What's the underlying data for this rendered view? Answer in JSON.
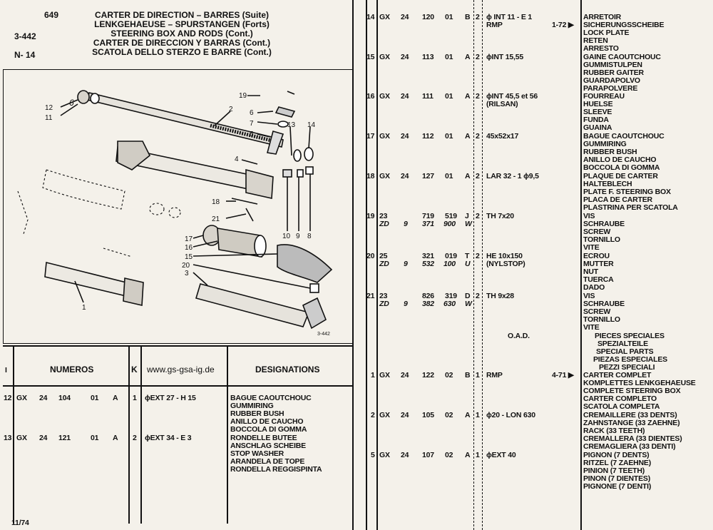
{
  "header": {
    "page_number": "649",
    "ref_code": "3-442",
    "ref_n": "N- 14",
    "titles": [
      "CARTER DE DIRECTION – BARRES (Suite)",
      "LENKGEHAEUSE – SPURSTANGEN (Forts)",
      "STEERING BOX AND RODS (Cont.)",
      "CARTER DE DIRECCION Y BARRAS (Cont.)",
      "SCATOLA DELLO STERZO E BARRE (Cont.)"
    ]
  },
  "diagram": {
    "callouts": [
      "19",
      "12",
      "11",
      "2",
      "6",
      "7",
      "5",
      "13",
      "14",
      "4",
      "18",
      "21",
      "10",
      "9",
      "8",
      "17",
      "16",
      "15",
      "20",
      "3",
      "1"
    ],
    "corner_label": "6",
    "stamp": "3-442"
  },
  "table_header": {
    "col_i": "I",
    "col_numeros": "NUMEROS",
    "col_k": "K",
    "col_site": "www.gs-gsa-ig.de",
    "col_designations": "DESIGNATIONS"
  },
  "left_rows": [
    {
      "i": "12",
      "pre": "GX",
      "a": "24",
      "b": "104",
      "c": "01",
      "d": "A",
      "k": "1",
      "spec": "ϕEXT 27 - H 15",
      "desc": [
        "BAGUE CAOUTCHOUC",
        "GUMMIRING",
        "RUBBER BUSH",
        "ANILLO DE CAUCHO",
        "BOCCOLA DI GOMMA"
      ]
    },
    {
      "i": "13",
      "pre": "GX",
      "a": "24",
      "b": "121",
      "c": "01",
      "d": "A",
      "k": "2",
      "spec": "ϕEXT 34 - E 3",
      "desc": [
        "RONDELLE BUTEE",
        "ANSCHLAG SCHEIBE",
        "STOP WASHER",
        "ARANDELA DE TOPE",
        "RONDELLA REGGISPINTA"
      ]
    }
  ],
  "footer_date": "11/74",
  "right_rows": [
    {
      "i": "14",
      "pre": "GX",
      "a": "24",
      "b": "120",
      "c": "01",
      "d": "B",
      "k": "2",
      "spec": [
        "ϕ INT 11 - E 1",
        "RMP"
      ],
      "range": "1-72 ▶",
      "desc": [
        "ARRETOIR",
        "SICHERUNGSSCHEIBE",
        "LOCK PLATE",
        "RETEN",
        "ARRESTO"
      ]
    },
    {
      "i": "15",
      "pre": "GX",
      "a": "24",
      "b": "113",
      "c": "01",
      "d": "A",
      "k": "2",
      "spec": [
        "ϕINT 15,55"
      ],
      "range": "",
      "desc": [
        "GAINE CAOUTCHOUC",
        "GUMMISTULPEN",
        "RUBBER GAITER",
        "GUARDAPOLVO",
        "PARAPOLVERE"
      ]
    },
    {
      "i": "16",
      "pre": "GX",
      "a": "24",
      "b": "111",
      "c": "01",
      "d": "A",
      "k": "2",
      "spec": [
        "ϕINT 45,5 et 56",
        "(RILSAN)"
      ],
      "range": "",
      "desc": [
        "FOURREAU",
        "HUELSE",
        "SLEEVE",
        "FUNDA",
        "GUAINA"
      ]
    },
    {
      "i": "17",
      "pre": "GX",
      "a": "24",
      "b": "112",
      "c": "01",
      "d": "A",
      "k": "2",
      "spec": [
        "45x52x17"
      ],
      "range": "",
      "desc": [
        "BAGUE CAOUTCHOUC",
        "GUMMIRING",
        "RUBBER BUSH",
        "ANILLO DE CAUCHO",
        "BOCCOLA DI GOMMA"
      ]
    },
    {
      "i": "18",
      "pre": "GX",
      "a": "24",
      "b": "127",
      "c": "01",
      "d": "A",
      "k": "2",
      "spec": [
        "LAR 32 - 1 ϕ9,5"
      ],
      "range": "",
      "desc": [
        "PLAQUE DE CARTER",
        "HALTEBLECH",
        "PLATE F. STEERING BOX",
        "PLACA DE CARTER",
        "PLASTRINA PER SCATOLA"
      ]
    },
    {
      "i": "19",
      "pre": "23",
      "pre2": "ZD",
      "a": "",
      "a2": "9",
      "b": "719",
      "b2": "371",
      "c": "519",
      "c2": "900",
      "d": "J",
      "d2": "W",
      "k": "2",
      "spec": [
        "TH 7x20"
      ],
      "range": "",
      "desc": [
        "VIS",
        "SCHRAUBE",
        "SCREW",
        "TORNILLO",
        "VITE"
      ]
    },
    {
      "i": "20",
      "pre": "25",
      "pre2": "ZD",
      "a": "",
      "a2": "9",
      "b": "321",
      "b2": "532",
      "c": "019",
      "c2": "100",
      "d": "T",
      "d2": "U",
      "k": "2",
      "spec": [
        "HE 10x150",
        "(NYLSTOP)"
      ],
      "range": "",
      "desc": [
        "ECROU",
        "MUTTER",
        "NUT",
        "TUERCA",
        "DADO"
      ]
    },
    {
      "i": "21",
      "pre": "23",
      "pre2": "ZD",
      "a": "",
      "a2": "9",
      "b": "826",
      "b2": "382",
      "c": "319",
      "c2": "630",
      "d": "D",
      "d2": "W",
      "k": "2",
      "spec": [
        "TH 9x28"
      ],
      "range": "",
      "desc": [
        "VIS",
        "SCHRAUBE",
        "SCREW",
        "TORNILLO",
        "VITE"
      ]
    }
  ],
  "oad": "O.A.D.",
  "special_parts": [
    "PIECES SPECIALES",
    "SPEZIALTEILE",
    "SPECIAL PARTS",
    "PIEZAS ESPECIALES",
    "PEZZI SPECIALI"
  ],
  "right_rows_b": [
    {
      "i": "1",
      "pre": "GX",
      "a": "24",
      "b": "122",
      "c": "02",
      "d": "B",
      "k": "1",
      "spec": "RMP",
      "range": "4-71 ▶",
      "desc": [
        "CARTER COMPLET",
        "KOMPLETTES LENKGEHAEUSE",
        "COMPLETE STEERING BOX",
        "CARTER COMPLETO",
        "SCATOLA COMPLETA"
      ]
    },
    {
      "i": "2",
      "pre": "GX",
      "a": "24",
      "b": "105",
      "c": "02",
      "d": "A",
      "k": "1",
      "spec": "ϕ20 - LON 630",
      "range": "",
      "desc": [
        "CREMAILLERE (33 DENTS)",
        "ZAHNSTANGE (33 ZAEHNE)",
        "RACK (33 TEETH)",
        "CREMALLERA (33 DIENTES)",
        "CREMAGLIERA (33 DENTI)"
      ]
    },
    {
      "i": "5",
      "pre": "GX",
      "a": "24",
      "b": "107",
      "c": "02",
      "d": "A",
      "k": "1",
      "spec": "ϕEXT 40",
      "range": "",
      "desc": [
        "PIGNON (7 DENTS)",
        "RITZEL (7 ZAEHNE)",
        "PINION (7 TEETH)",
        "PINON (7 DIENTES)",
        "PIGNONE (7 DENTI)"
      ]
    }
  ]
}
